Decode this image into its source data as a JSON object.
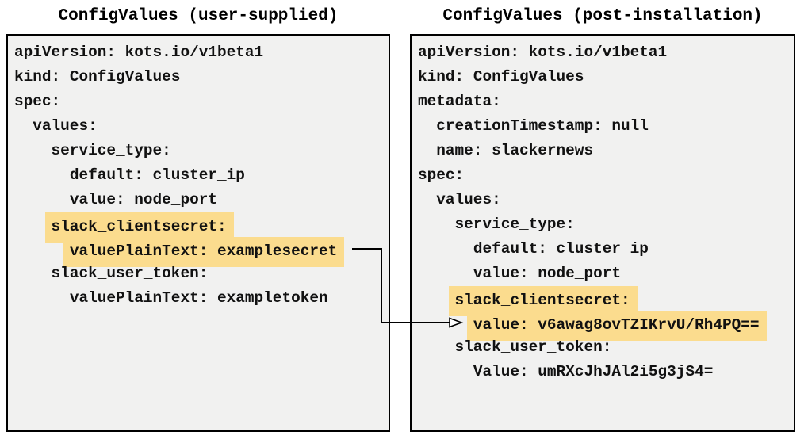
{
  "diagram": {
    "left_panel": {
      "title": "ConfigValues (user-supplied)",
      "lines": [
        {
          "indent": 0,
          "text": "apiVersion: kots.io/v1beta1",
          "highlight": false
        },
        {
          "indent": 0,
          "text": "kind: ConfigValues",
          "highlight": false
        },
        {
          "indent": 0,
          "text": "spec:",
          "highlight": false
        },
        {
          "indent": 2,
          "text": "values:",
          "highlight": false
        },
        {
          "indent": 4,
          "text": "service_type:",
          "highlight": false
        },
        {
          "indent": 6,
          "text": "default: cluster_ip",
          "highlight": false
        },
        {
          "indent": 6,
          "text": "value: node_port",
          "highlight": false
        },
        {
          "indent": 4,
          "text": "slack_clientsecret:",
          "highlight": true
        },
        {
          "indent": 6,
          "text": "valuePlainText: examplesecret",
          "highlight": true
        },
        {
          "indent": 4,
          "text": "slack_user_token:",
          "highlight": false
        },
        {
          "indent": 6,
          "text": "valuePlainText: exampletoken",
          "highlight": false
        }
      ]
    },
    "right_panel": {
      "title": "ConfigValues (post-installation)",
      "lines": [
        {
          "indent": 0,
          "text": "apiVersion: kots.io/v1beta1",
          "highlight": false
        },
        {
          "indent": 0,
          "text": "kind: ConfigValues",
          "highlight": false
        },
        {
          "indent": 0,
          "text": "metadata:",
          "highlight": false
        },
        {
          "indent": 2,
          "text": "creationTimestamp: null",
          "highlight": false
        },
        {
          "indent": 2,
          "text": "name: slackernews",
          "highlight": false
        },
        {
          "indent": 0,
          "text": "spec:",
          "highlight": false
        },
        {
          "indent": 2,
          "text": "values:",
          "highlight": false
        },
        {
          "indent": 4,
          "text": "service_type:",
          "highlight": false
        },
        {
          "indent": 6,
          "text": "default: cluster_ip",
          "highlight": false
        },
        {
          "indent": 6,
          "text": "value: node_port",
          "highlight": false
        },
        {
          "indent": 4,
          "text": "slack_clientsecret:",
          "highlight": true
        },
        {
          "indent": 6,
          "text": "value: v6awag8ovTZIKrvU/Rh4PQ==",
          "highlight": true
        },
        {
          "indent": 4,
          "text": "slack_user_token:",
          "highlight": false
        },
        {
          "indent": 6,
          "text": "Value: umRXcJhJAl2i5g3jS4=",
          "highlight": false
        }
      ]
    },
    "arrow": {
      "meaning": "user-supplied plaintext secret becomes encrypted value after installation"
    },
    "colors": {
      "highlight": "#fbdc8e",
      "panel_background": "#f1f1f0",
      "panel_border": "#000000",
      "arrow": "#000000"
    }
  }
}
